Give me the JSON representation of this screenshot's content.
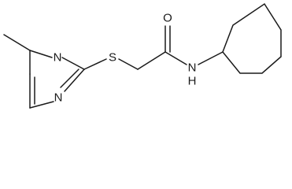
{
  "molecule": {
    "atoms": {
      "n_ring_top": "N",
      "n_ring_bottom": "N",
      "s_thioether": "S",
      "o_carbonyl": "O",
      "n_amide": "N",
      "h_amide": "H"
    }
  }
}
